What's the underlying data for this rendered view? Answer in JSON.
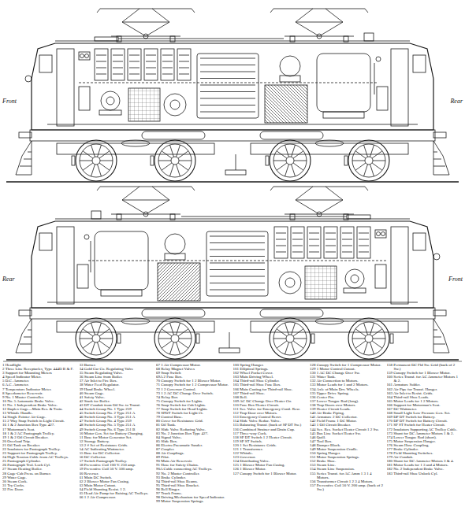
{
  "diagram": {
    "labels": [
      "Front",
      "Rear",
      "Rear",
      "Front",
      "1 Headlight",
      "2 Three Line Receptacles, Type 444D B & F.",
      "3 Support for Mounting Meters",
      "4 Speed Indicator Meter.",
      "5 D.C. Ammeter.",
      "6 A.C. Ammeter.",
      "7 Temperature Indicator Meter.",
      "8 Speedometer Reservoir.",
      "9 No. 1 Master Controller.",
      "10 No. 5 Automatic Brake Valve.",
      "11 No. 1 Independent Brake Valve.",
      "12 Duplex Gage—Main Res. & Train.",
      "13 Whistle Handle.",
      "14 Single Pointer Air Gage.",
      "15 2 Way Snap Switch in Light Circuit.",
      "16 1 & 2 Junction Box Type 427.",
      "17 Motorman's Seat.",
      "18 1 & 2 AC Pantograph Trolley.",
      "19 1 & 2 Oil Circuit Breaker.",
      "20 Overload Trip.",
      "21 Oil Tank on Breaker.",
      "22 Insulators for Pantograph Trolley.",
      "23 Support for Pantograph Trolley.",
      "24 High Tension Cable from AC Trolleys.",
      "25 Pantograph Cylinder.",
      "26 Pantograph Trol. Lock Cyl.",
      "27 Steam Heating Boiler.",
      "28 Gage-Cab Press. on Burner.",
      "29 Water Gage.",
      "30 Steam Cock.",
      "31 Try Cocks.",
      "32 Fire Door.",
      "33 Burner.",
      "34 Gold Car Co. Regulating Valve",
      "35 Steam Regulating Valve.",
      "36 Steam Line from Boiler.",
      "37 Air Inlet to Fire Box.",
      "38 Water Feed Regulator.",
      "39 Hand Brake Wheel.",
      "40 Steam Gage.",
      "41 Safety Valve.",
      "42 Stack for Boiler.",
      "43 DT Conduit from Oil Sw. to Transf.",
      "44 Switch Group No. 1 Type 259",
      "45 Switch Group No. 2 Type 251 A",
      "46 Switch Group No. 3 Type 251 A",
      "47 Switch Group No. 4 Type 259",
      "48 Switch Group No. 5 Type 251 A",
      "49 Switch Group No. 6 Type 251 B",
      "50 Motor Gen. Set for Battery Charging.",
      "51 Base for Motor Generator Set.",
      "52 Storage Battery.",
      "53 2 # Set of Resistance Grids.",
      "54 AC Indicating Wattmeter.",
      "55 Base for DC Collector.",
      "56 DC Collector.",
      "57 Switch Pantograph Trolley.",
      "58 Preventive Coil 100 V. 250 amp.",
      "59 Preventive Coil 50 V. 500 amp.",
      "60 Reverser.",
      "61 Main DC Switch.",
      "62 2 Blower Motor Fan Casing.",
      "63 Main Motor Cutout.",
      "64 Field Shunting Resist. 1 2.",
      "65 Head Air Pump for Raising AC Trolleys.",
      "66 1 2 Air Compressor.",
      "67 1 Air Compressor Motor.",
      "68 Relay Magnet Valves",
      "69 Snap Switch",
      "69A 2 Fuse Box.",
      "70 Canopy Switch for 1 2 Blower Motor.",
      "71 Canopy Switch for 1 2 Compressor Motor.",
      "72 1 2 Governor Control.",
      "73 1 2 AC DC Change Over Switch.",
      "74 Relay Box",
      "75 Canopy Switch for Lights.",
      "76 Snap Switch for Cab Lights.",
      "77 Snap Switch for Head Lights.",
      "78 SPDT Switch for Light Ct.",
      "79 Control Base.",
      "80 Cover for Resistance Grid.",
      "81 Oil Tank.",
      "82 Slide Valve Reducing Valve.",
      "83 No. 2 Junction Box Type 427.",
      "84 Signal Valve.",
      "85 Slide Box.",
      "86 Electro Pneumatic Sander.",
      "87 Coupler.",
      "88 Air Couplings.",
      "89 Pilot.",
      "90 Main Air Reservoir.",
      "91 Hose for Safety Chains.",
      "90A Cable connecting AC Trolleys.",
      "92 No. 2 Master Controller.",
      "93 Brake Cylinder.",
      "94 Third-rail Shoe Beams.",
      "95 Third-rail Shoe Bracket.",
      "96 Bell Ringer.",
      "97 Truck Frame.",
      "98 Driving Mechanism for Speed Indicator.",
      "99 Motor Suspension Springs.",
      "100 Spring Hanger.",
      "101 Elliptical Springs.",
      "102 Wheel Pocket Cover.",
      "103 Main Driving Wheel.",
      "104 Third-rail Shoe Cylinder.",
      "105 Third-rail Shoe Fuse Box.",
      "106 Main Casting for Third-rail Shoe.",
      "107 Third-rail Shoe.",
      "108 Bell.",
      "109 AC DC Change Over Heater Ctr.",
      "110 Fuse Box Heater Circuit.",
      "111 Sec. Valve for Emergency Contl. Resr.",
      "112 Trap Door over Motors.",
      "113 Emergency Control Resvr.",
      "114 Slide Valve Reduc. Valve.",
      "115 Balancing Transf. (back of SP DT Sw.)",
      "116 Combined Strainer and Drain Cup.",
      "117 Three-way Cock.",
      "118 SP DT Switch 1 2 Heater Circuit.",
      "119 SP ST Switch.",
      "120 1 Set Resistance Grids.",
      "121 1 Transformer.",
      "122 Whistle.",
      "123 Governor.",
      "124 Distributing Valve.",
      "125 1 Blower Motor Fan Casing.",
      "126 1 Blower Motor.",
      "127 Canopy Switch for 1 Blower Motor.",
      "128 Canopy Switch for 1 Compressor Motor.",
      "129 1 Motor Control Cutout.",
      "130 1 AC DC Change Over Sw.",
      "131 Water Tank.",
      "132 Air Connection to Motors.",
      "133 Motor Leads for 1 and 2 Motors.",
      "134 Axle of Main Drv. Wheels.",
      "135 Upper Drive Spring.",
      "136 Center Pin.",
      "137 Lower Tongue Rod (long).",
      "138 Trap Doors over Motors.",
      "139 Heater Circuit Leads.",
      "140 Air Brake Piping.",
      "141 Armature 2 DC Collector.",
      "142 Field Frame 1 DC Motor.",
      "143 1 Oil Circuit Breaker.",
      "144 Sec. Res. Socket Heater Circuit 1 2 Sw.",
      "145 Bus Line Socket Heater Sw.",
      "146 Quill.",
      "147 Tool Box.",
      "148 Damper Block.",
      "149 Motor Suspension Cradle.",
      "150 Spring Hanger.",
      "151 Motor Suspension Springs.",
      "152 Brake Shoe.",
      "153 Steam Line.",
      "154 Steam Line Suspension.",
      "155 Series Transf. for AC Amm 1 3 1 4 Motors.",
      "156 Transformer Circuit 1 2 3 4 Motors.",
      "157 Preventive Coil 50 V. 200 amp. (back of 2 Sw.)",
      "158 Permanent DC Fld Sw. Grid (back of 2 Sw.)",
      "159 Canopy Switch for 1 Blower Motor.",
      "160 Series Transf. for AC Ammeter Motors 1 & 2.",
      "161 Armature Solder.",
      "162 Air Pipe for Transf. Hanger.",
      "163 Air Inlet to Resist. Grids.",
      "164 Third-rail Shoe Leads.",
      "165 Motor Leads for 1 2 Motors.",
      "166 Support for Motorman's Seat.",
      "167 DC Wattmeter.",
      "168 Small Light Low Pressure Gen. Set.",
      "169 DP DT Switch for Battery.",
      "170 DP DT Switch for Battery Circuit.",
      "171 SP ST Switch for Heater Circuit.",
      "172 Insulators Supporting AC Trolley Cable.",
      "173 Shunt for DC Ammeter Motors 1 & 2.",
      "174 Lower Tongue Rod (short).",
      "175 Motor Suspension Hanger.",
      "176 Steam Hose Coupling.",
      "177 Brake Cylinder.",
      "178 Field Shunting Switches.",
      "179 Air Conduit.",
      "180 Shunt for DC Ammeter Motors 3 & 4.",
      "181 Motor Leads for 1 3 and 4 Motors.",
      "182 No. 2 Independent Brake Valve.",
      "183 Third-rail Shoe Unlock Cyl."
    ]
  }
}
